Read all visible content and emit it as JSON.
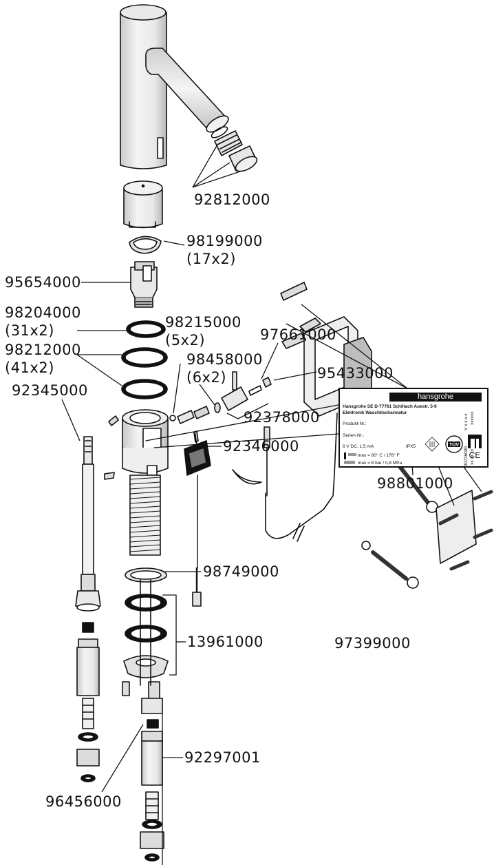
{
  "part_labels": {
    "aerator_set": "92812000",
    "oring_17x2_code": "98199000",
    "oring_17x2_size": "(17x2)",
    "solenoid": "95654000",
    "oring_31x2_code": "98204000",
    "oring_31x2_size": "(31x2)",
    "oring_41x2_code": "98212000",
    "oring_41x2_size": "(41x2)",
    "oring_5x2_code": "98215000",
    "oring_5x2_size": "(5x2)",
    "oring_6x2_code": "98458000",
    "oring_6x2_size": "(6x2)",
    "screw": "97661000",
    "clip": "95433000",
    "temp_lever_set": "92378000",
    "supply_hose": "92345000",
    "electronics": "92346000",
    "fixing_ring": "98749000",
    "mounting_set": "13961000",
    "supply_hose_2": "92297001",
    "nozzle": "96456000",
    "wall_plugs": "98801000",
    "battery": "97399000"
  },
  "type_plate": {
    "brand": "hansgrohe",
    "address": "Hansgrohe SE D-77761 Schiltach Auestr. 5-9",
    "product_name": "Elektronik Waschtischarmatur",
    "product_nr": "Produkt-Nr.:",
    "serial_nr": "Serien-Nr.:",
    "power": "6 V DC, 1,5 mA",
    "protection": "IPX5",
    "temp": "max = 80° C / 176° F",
    "pressure": "max = 8 bar / 0,8 MPa",
    "version": "V x.x.x.x",
    "version_sub": "xxxxxx",
    "code": "30726000",
    "code_sub": "xx.xx.xx",
    "tuv": "TÜV",
    "ce": "CE"
  },
  "colors": {
    "line": "#111111",
    "shade": "#d9d9d9",
    "dark": "#8a8a8a",
    "paper": "#ffffff"
  }
}
